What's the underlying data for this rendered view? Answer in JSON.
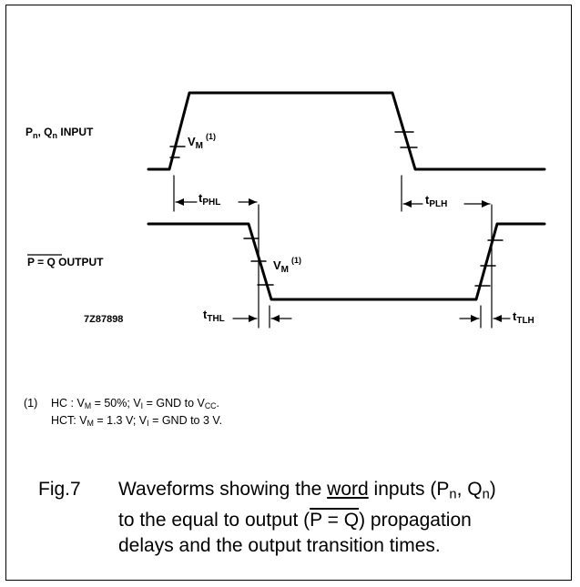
{
  "labels": {
    "input_main": "P",
    "input_sub1": "n",
    "input_mid": ", Q",
    "input_sub2": "n",
    "input_tail": " INPUT",
    "output_main": "P = Q",
    "output_tail": " OUTPUT",
    "code": "7Z87898",
    "vm_main": "V",
    "vm_sub": "M",
    "vm_note": "(1)",
    "t_main": "t",
    "tphl_sub": "PHL",
    "tplh_sub": "PLH",
    "tthl_sub": "THL",
    "ttlh_sub": "TLH"
  },
  "notes": {
    "num": "(1)",
    "line1": {
      "a": "HC   : V",
      "s1": "M",
      "b": " = 50%; V",
      "s2": "I",
      "c": " = GND to V",
      "s3": "CC",
      "d": "."
    },
    "line2": {
      "a": "HCT: V",
      "s1": "M",
      "b": " = 1.3 V; V",
      "s2": "I",
      "c": " = GND to 3 V."
    }
  },
  "caption": {
    "fig": "Fig.7",
    "p1": "Waveforms showing the ",
    "word": "word",
    "p2": " inputs (P",
    "s1": "n",
    "p3": ", Q",
    "s2": "n",
    "p4": ")",
    "p5": "to the equal to output (",
    "pq": "P = Q",
    "p6": ") propagation",
    "p7": "delays and the output transition times."
  }
}
